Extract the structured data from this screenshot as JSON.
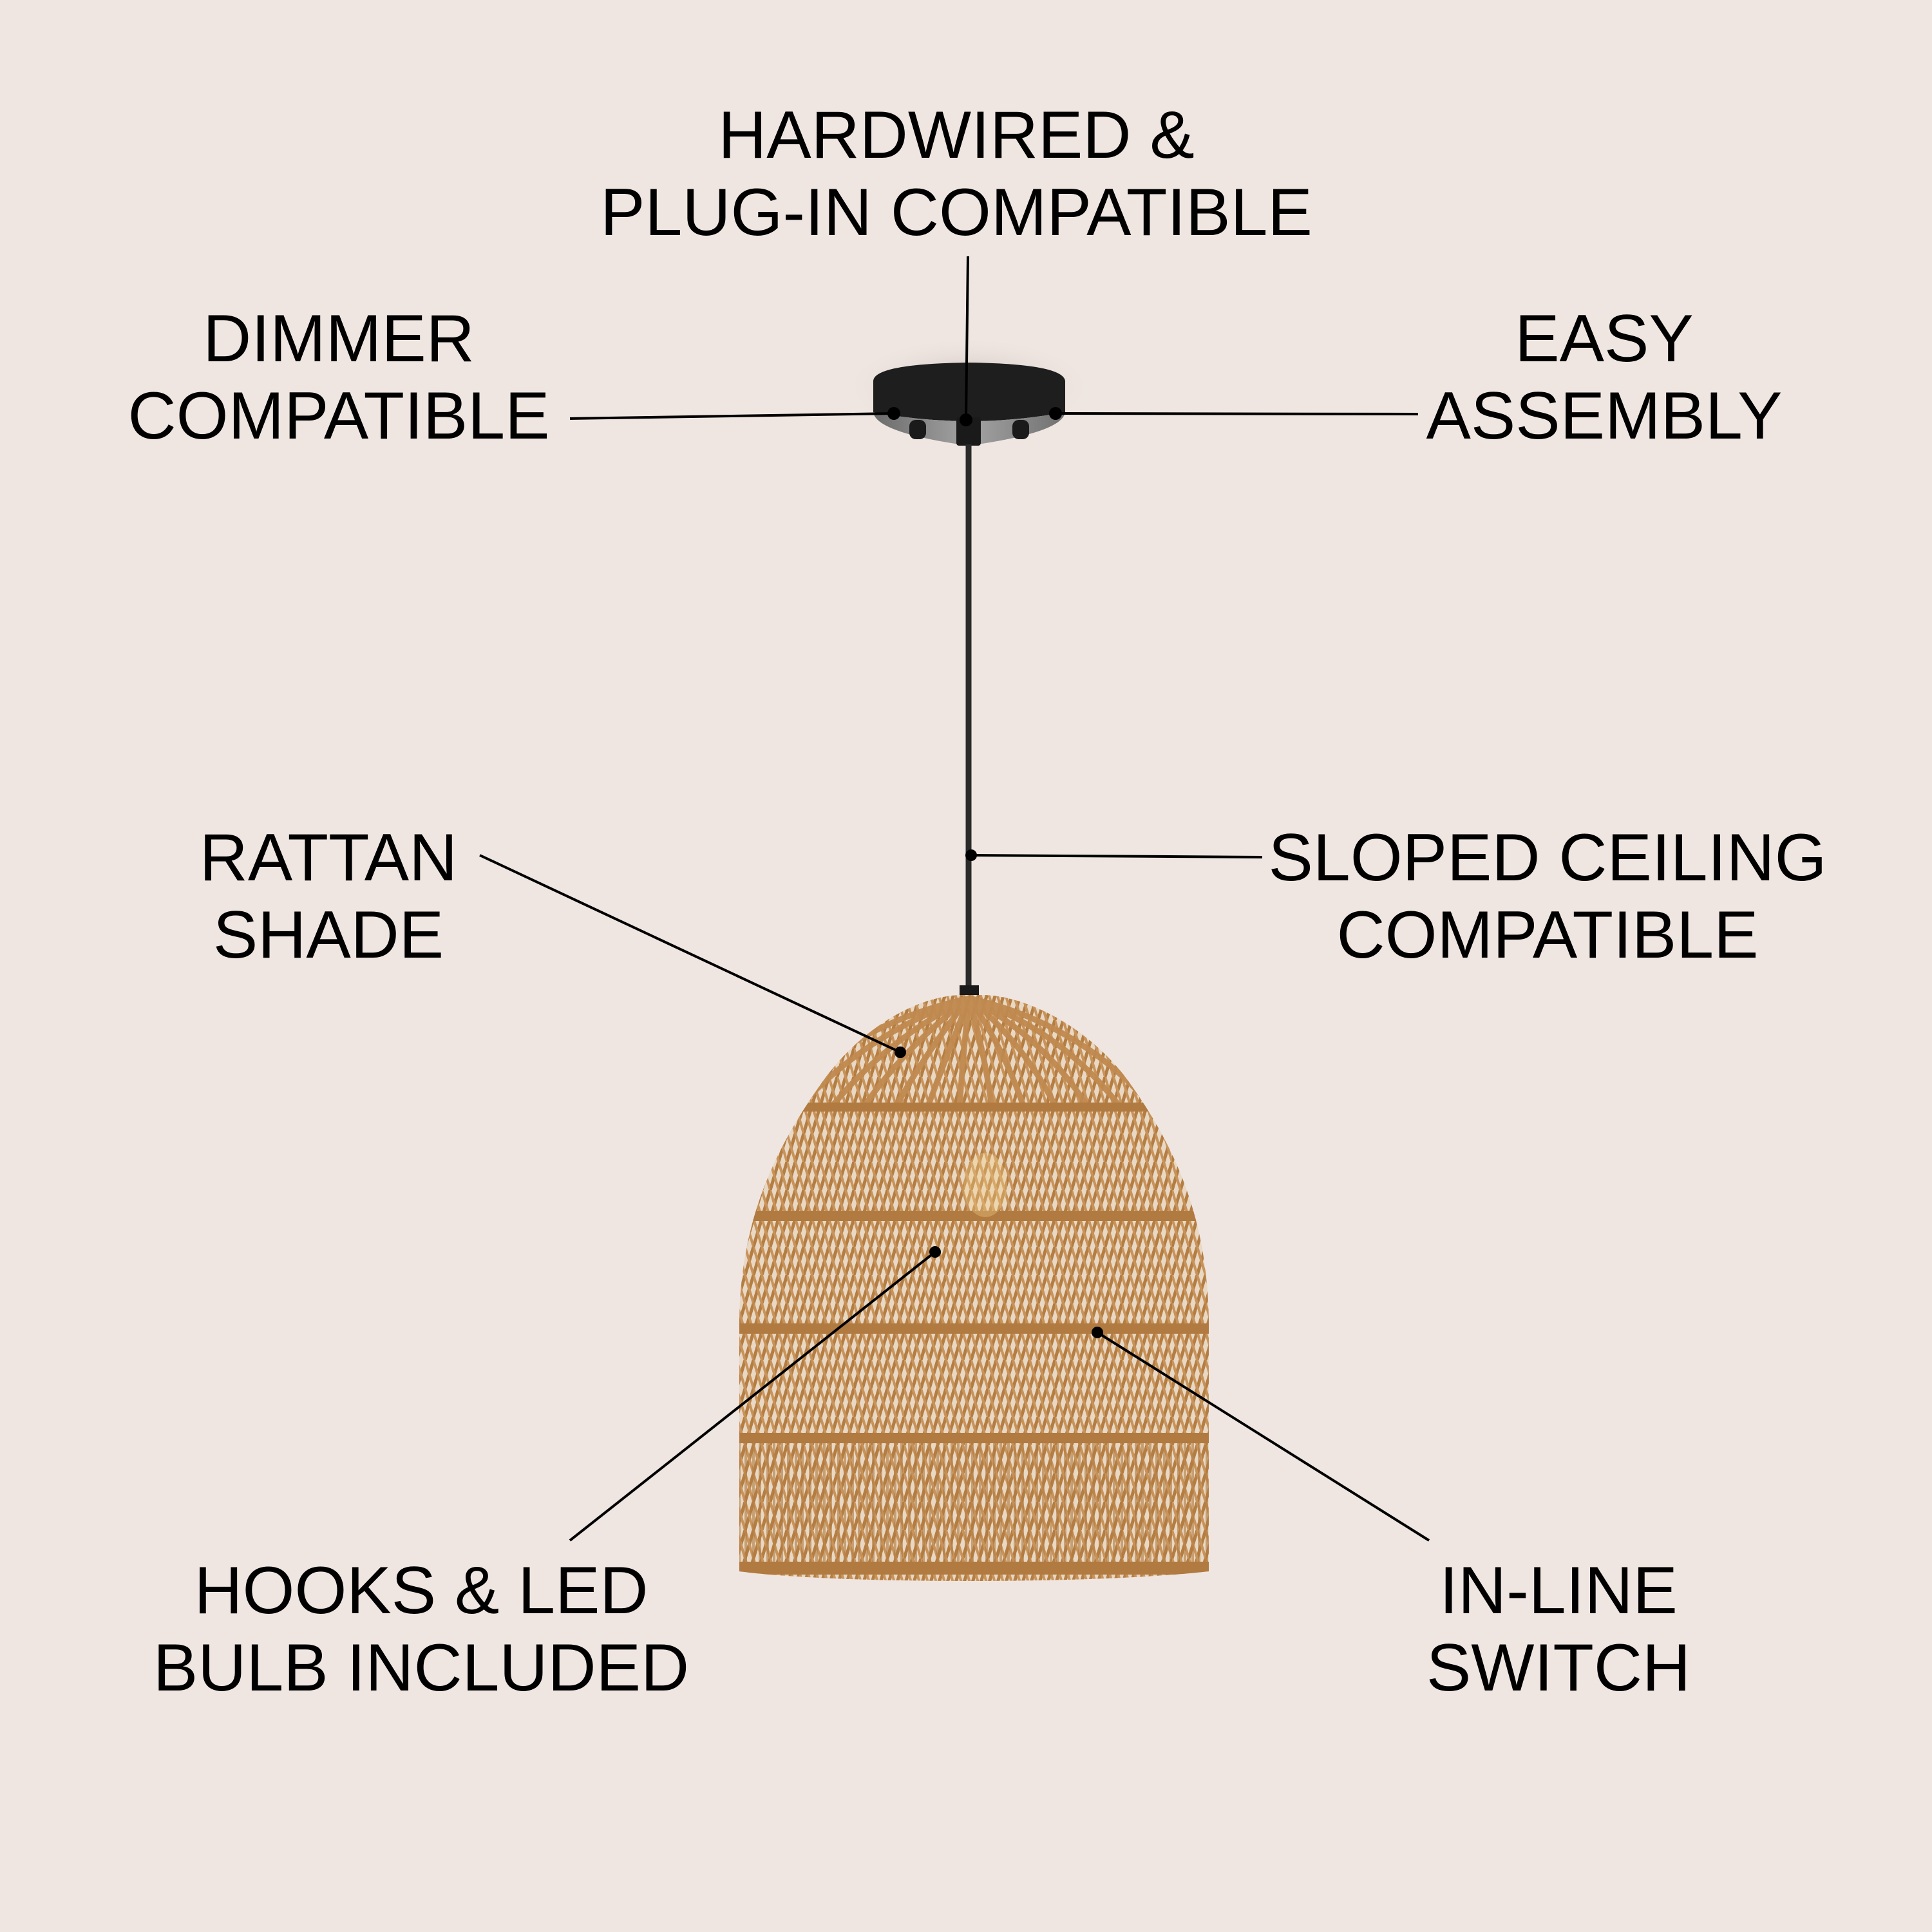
{
  "colors": {
    "background": "#efe6e1",
    "text": "#000000",
    "callout_line": "#000000",
    "canopy": "#1c1c1c",
    "rattan": "#c28c52",
    "rattan_dark": "#9a6a36"
  },
  "product": {
    "name": "rattan-pendant-light",
    "parts": [
      "ceiling-canopy",
      "cord",
      "rattan-shade",
      "bulb"
    ]
  },
  "features": [
    {
      "id": "hardwired",
      "lines": [
        "HARDWIRED &",
        "PLUG-IN COMPATIBLE"
      ]
    },
    {
      "id": "dimmer",
      "lines": [
        "DIMMER",
        "COMPATIBLE"
      ]
    },
    {
      "id": "easy-assembly",
      "lines": [
        "EASY",
        "ASSEMBLY"
      ]
    },
    {
      "id": "rattan-shade",
      "lines": [
        "RATTAN",
        "SHADE"
      ]
    },
    {
      "id": "sloped-ceiling",
      "lines": [
        "SLOPED CEILING",
        "COMPATIBLE"
      ]
    },
    {
      "id": "hooks-bulb",
      "lines": [
        "HOOKS & LED",
        "BULB INCLUDED"
      ]
    },
    {
      "id": "inline-switch",
      "lines": [
        "IN-LINE",
        "SWITCH"
      ]
    }
  ]
}
